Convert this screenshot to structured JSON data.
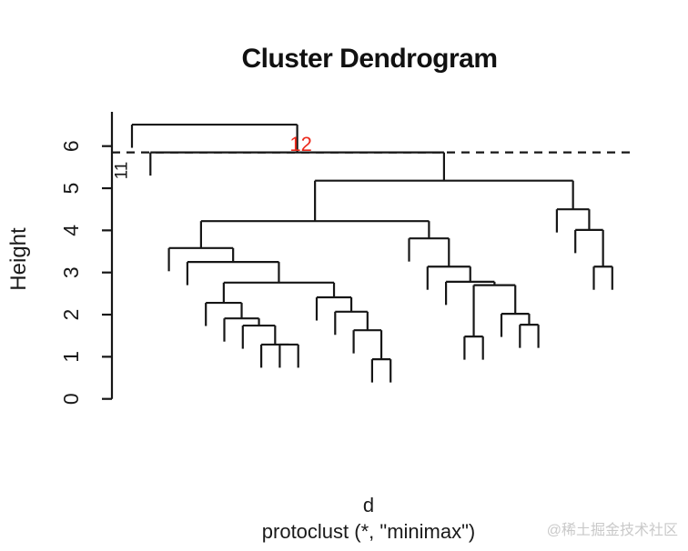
{
  "watermark": {
    "text": "@稀土掘金技术社区"
  },
  "chart_data": {
    "type": "dendrogram",
    "title": "Cluster Dendrogram",
    "ylabel": "Height",
    "xlabel": "d",
    "sub_xlabel": "protoclust (*, \"minimax\")",
    "yticks": [
      0,
      1,
      2,
      3,
      4,
      5,
      6
    ],
    "ylim": [
      0,
      6.6
    ],
    "n_leaves": 27,
    "grid": false,
    "leaf_hang": 0.55,
    "cut_line": {
      "height": 5.85,
      "style": "dashed"
    },
    "labeled_nodes": [
      {
        "text": "11",
        "type": "leaf"
      },
      {
        "text": "12",
        "type": "cluster",
        "color": "#ec2a1d"
      }
    ],
    "colors": {
      "line": "#161616",
      "tick_text": "#1a1a1a",
      "cluster_label": "#ec2a1d",
      "leaf_label": "#1a1a1a",
      "background": "#ffffff"
    },
    "tree": {
      "h": 6.51,
      "children": [
        {
          "label": "11"
        },
        {
          "h": 5.85,
          "label": "12",
          "label_color": "#ec2a1d",
          "children": [
            {
              "label": ""
            },
            {
              "h": 5.18,
              "children": [
                {
                  "h": 4.22,
                  "children": [
                    {
                      "h": 3.58,
                      "children": [
                        {
                          "label": ""
                        },
                        {
                          "h": 3.25,
                          "children": [
                            {
                              "label": ""
                            },
                            {
                              "h": 2.76,
                              "children": [
                                {
                                  "h": 2.28,
                                  "children": [
                                    {
                                      "label": ""
                                    },
                                    {
                                      "h": 1.91,
                                      "children": [
                                        {
                                          "label": ""
                                        },
                                        {
                                          "h": 1.74,
                                          "children": [
                                            {
                                              "label": ""
                                            },
                                            {
                                              "h": 1.29,
                                              "children": [
                                                {
                                                  "label": ""
                                                },
                                                {
                                                  "h": 1.29,
                                                  "children": [
                                                    {
                                                      "label": ""
                                                    },
                                                    {
                                                      "label": ""
                                                    }
                                                  ]
                                                }
                                              ]
                                            }
                                          ]
                                        }
                                      ]
                                    }
                                  ]
                                },
                                {
                                  "h": 2.41,
                                  "children": [
                                    {
                                      "label": ""
                                    },
                                    {
                                      "h": 2.07,
                                      "children": [
                                        {
                                          "label": ""
                                        },
                                        {
                                          "h": 1.63,
                                          "children": [
                                            {
                                              "label": ""
                                            },
                                            {
                                              "h": 0.94,
                                              "children": [
                                                {
                                                  "label": ""
                                                },
                                                {
                                                  "label": ""
                                                }
                                              ]
                                            }
                                          ]
                                        }
                                      ]
                                    }
                                  ]
                                }
                              ]
                            }
                          ]
                        }
                      ]
                    },
                    {
                      "h": 3.81,
                      "children": [
                        {
                          "label": ""
                        },
                        {
                          "h": 3.14,
                          "children": [
                            {
                              "label": ""
                            },
                            {
                              "h": 2.78,
                              "children": [
                                {
                                  "label": ""
                                },
                                {
                                  "h": 2.7,
                                  "children": [
                                    {
                                      "h": 1.48,
                                      "children": [
                                        {
                                          "label": ""
                                        },
                                        {
                                          "label": ""
                                        }
                                      ]
                                    },
                                    {
                                      "h": 2.02,
                                      "children": [
                                        {
                                          "label": ""
                                        },
                                        {
                                          "h": 1.76,
                                          "children": [
                                            {
                                              "label": ""
                                            },
                                            {
                                              "label": ""
                                            }
                                          ]
                                        }
                                      ]
                                    }
                                  ]
                                }
                              ]
                            }
                          ]
                        }
                      ]
                    }
                  ]
                },
                {
                  "h": 4.5,
                  "children": [
                    {
                      "label": ""
                    },
                    {
                      "h": 4.01,
                      "children": [
                        {
                          "label": ""
                        },
                        {
                          "h": 3.14,
                          "children": [
                            {
                              "label": ""
                            },
                            {
                              "label": ""
                            }
                          ]
                        }
                      ]
                    }
                  ]
                }
              ]
            }
          ]
        }
      ]
    }
  }
}
